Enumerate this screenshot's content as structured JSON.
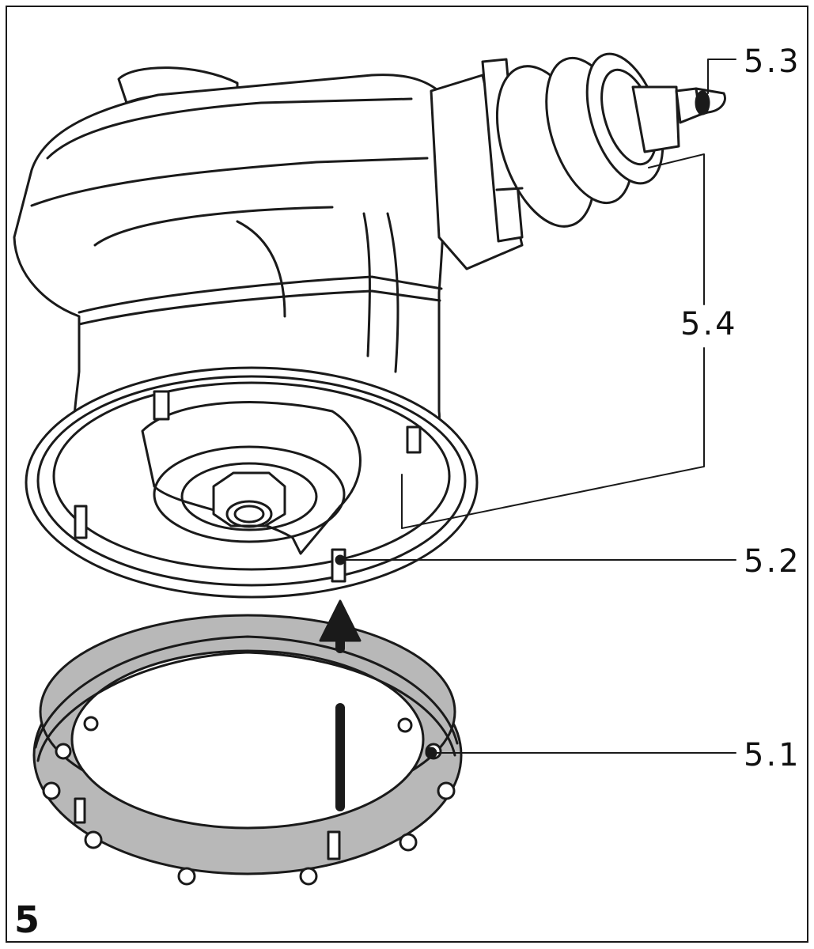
{
  "figure": {
    "number": "5",
    "callouts": {
      "c53": "5.3",
      "c54": "5.4",
      "c52": "5.2",
      "c51": "5.1"
    }
  },
  "colors": {
    "stroke": "#1a1a1a",
    "ring_fill": "#b8b8b8",
    "body_fill": "#ffffff"
  }
}
